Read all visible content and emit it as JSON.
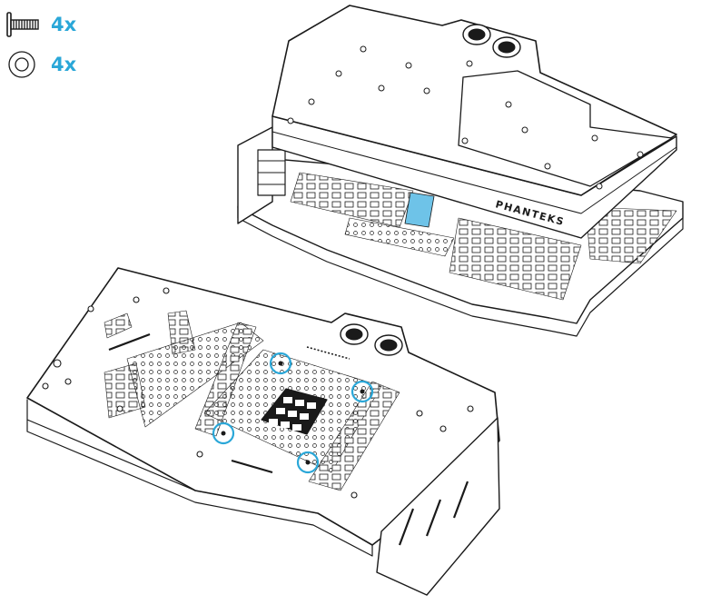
{
  "legend": {
    "screw_icon": "screw-icon",
    "screw_qty": "4x",
    "washer_icon": "washer-icon",
    "washer_qty": "4x"
  },
  "brand_text": "PHANTEKS",
  "colors": {
    "accent": "#2aa7d8",
    "line": "#1a1a1a",
    "thermal_pad": "#6ec3e8"
  }
}
